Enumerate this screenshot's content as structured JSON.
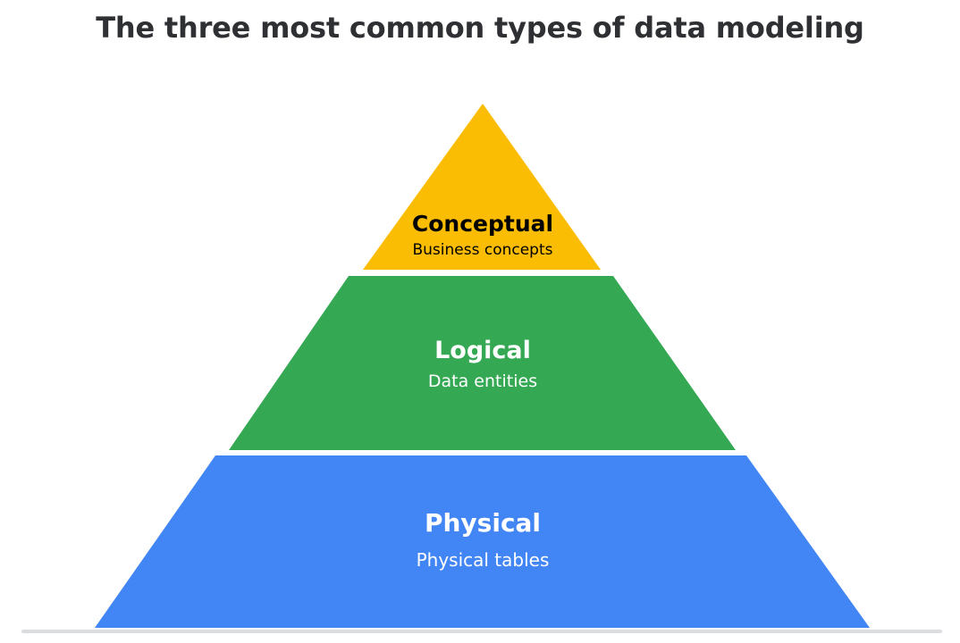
{
  "title": "The three most common types of data modeling",
  "tiers": [
    {
      "name": "Conceptual",
      "description": "Business concepts",
      "color": "#fbbc04",
      "text_color": "#000000"
    },
    {
      "name": "Logical",
      "description": "Data entities",
      "color": "#34a853",
      "text_color": "#ffffff"
    },
    {
      "name": "Physical",
      "description": "Physical tables",
      "color": "#4285f4",
      "text_color": "#ffffff"
    }
  ],
  "baseline_color": "#dadce0"
}
